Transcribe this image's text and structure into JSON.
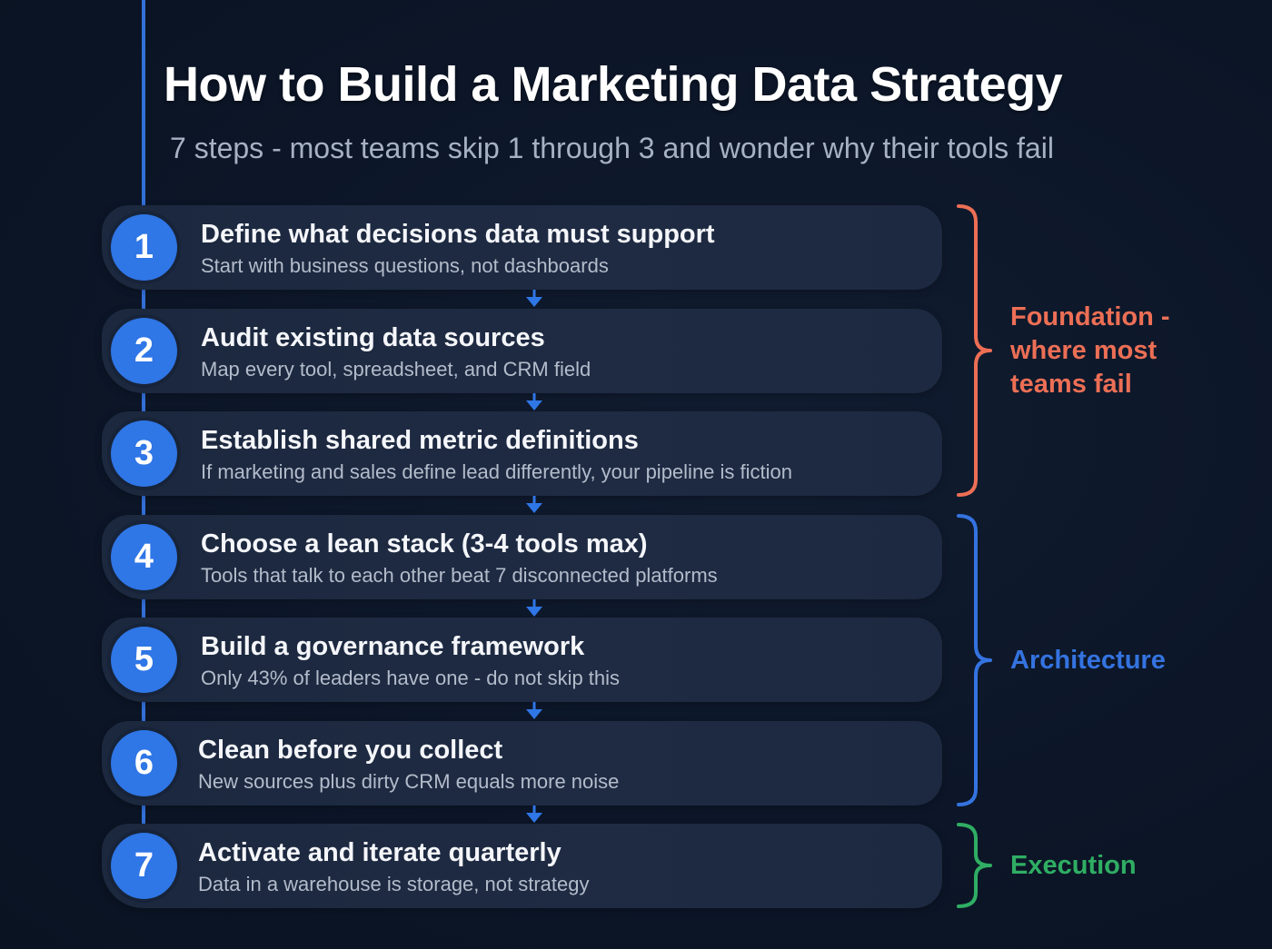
{
  "header": {
    "title": "How to Build a Marketing Data Strategy",
    "subtitle": "7 steps - most teams skip 1 through 3 and wonder why their tools fail"
  },
  "steps": [
    {
      "number": "1",
      "title": "Define what decisions data must support",
      "description": "Start with business questions, not dashboards"
    },
    {
      "number": "2",
      "title": "Audit existing data sources",
      "description": "Map every tool, spreadsheet, and CRM field"
    },
    {
      "number": "3",
      "title": "Establish shared metric definitions",
      "description": "If marketing and sales define lead differently, your pipeline is fiction"
    },
    {
      "number": "4",
      "title": "Choose a lean stack (3-4 tools max)",
      "description": "Tools that talk to each other beat 7 disconnected platforms"
    },
    {
      "number": "5",
      "title": "Build a governance framework",
      "description": "Only 43% of leaders have one - do not skip this"
    },
    {
      "number": "6",
      "title": "Clean before you collect",
      "description": "New sources plus dirty CRM equals more noise"
    },
    {
      "number": "7",
      "title": "Activate and iterate quarterly",
      "description": "Data in a warehouse is storage, not strategy"
    }
  ],
  "groups": [
    {
      "label_lines": [
        "Foundation -",
        "where most",
        "teams fail"
      ],
      "steps": "1-3",
      "color": "#ec6f55"
    },
    {
      "label_lines": [
        "Architecture"
      ],
      "steps": "4-6",
      "color": "#3473e0"
    },
    {
      "label_lines": [
        "Execution"
      ],
      "steps": "7",
      "color": "#2fae63"
    }
  ],
  "colors": {
    "background": "#0c1628",
    "card": "#1e2a41",
    "accent_blue": "#2f76e6",
    "foundation": "#ec6f55",
    "architecture": "#3473e0",
    "execution": "#2fae63"
  }
}
